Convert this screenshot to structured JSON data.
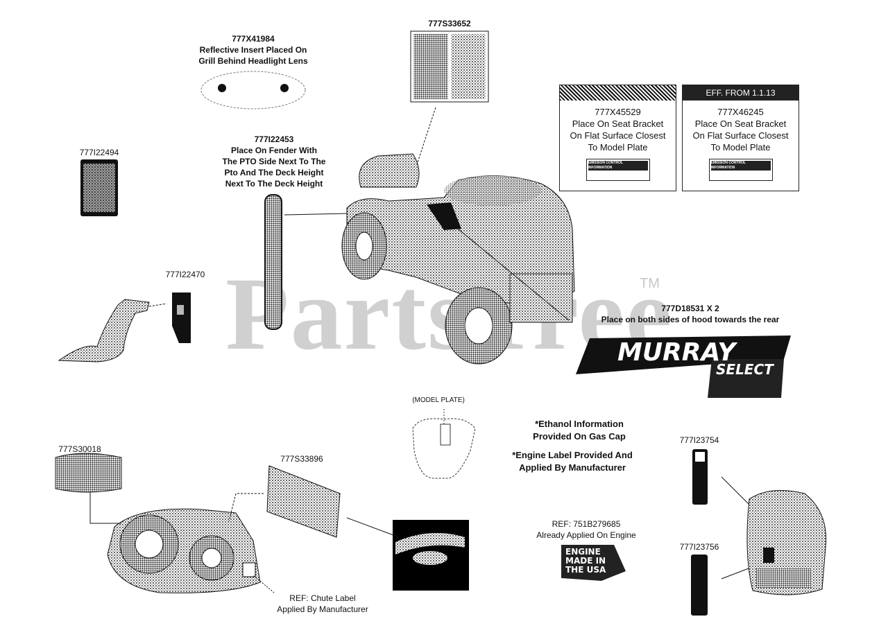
{
  "watermark": {
    "text": "PartsTree",
    "tm": "TM"
  },
  "parts": {
    "p41984": {
      "num": "777X41984",
      "l1": "Reflective Insert Placed On",
      "l2": "Grill Behind Headlight Lens"
    },
    "p33652": {
      "num": "777S33652"
    },
    "p22494": {
      "num": "777I22494"
    },
    "p22453": {
      "num": "777I22453",
      "l1": "Place On Fender With",
      "l2": "The PTO Side Next To The",
      "l3": "Pto And The Deck Height",
      "l4": "Next To The Deck Height"
    },
    "p22470": {
      "num": "777I22470"
    },
    "p45529": {
      "num": "777X45529",
      "l1": "Place On Seat Bracket",
      "l2": "On Flat Surface Closest",
      "l3": "To Model Plate"
    },
    "p46245": {
      "head": "EFF. FROM 1.1.13",
      "num": "777X46245",
      "l1": "Place On Seat Bracket",
      "l2": "On Flat Surface Closest",
      "l3": "To Model Plate"
    },
    "p18531": {
      "num": "777D18531 X 2",
      "l1": "Place on both sides of hood towards the rear"
    },
    "model_plate": {
      "text": "(MODEL PLATE)"
    },
    "p30018": {
      "num": "777S30018"
    },
    "p33896": {
      "num": "777S33896"
    },
    "ethanol": {
      "l1": "*Ethanol Information",
      "l2": "Provided On Gas Cap"
    },
    "engine_label": {
      "l1": "*Engine Label Provided And",
      "l2": "Applied By Manufacturer"
    },
    "p23754": {
      "num": "777I23754"
    },
    "ref_engine": {
      "l1": "REF: 751B279685",
      "l2": "Already Applied On Engine"
    },
    "p23756": {
      "num": "777I23756"
    },
    "chute": {
      "l1": "REF: Chute Label",
      "l2": "Applied By Manufacturer"
    }
  },
  "logos": {
    "murray": {
      "brand": "MURRAY",
      "sub": "SELECT"
    },
    "engine": {
      "l1": "ENGINE",
      "l2": "MADE IN",
      "l3": "THE USA"
    }
  },
  "emission": {
    "title": "EMISSION CONTROL INFORMATION"
  }
}
